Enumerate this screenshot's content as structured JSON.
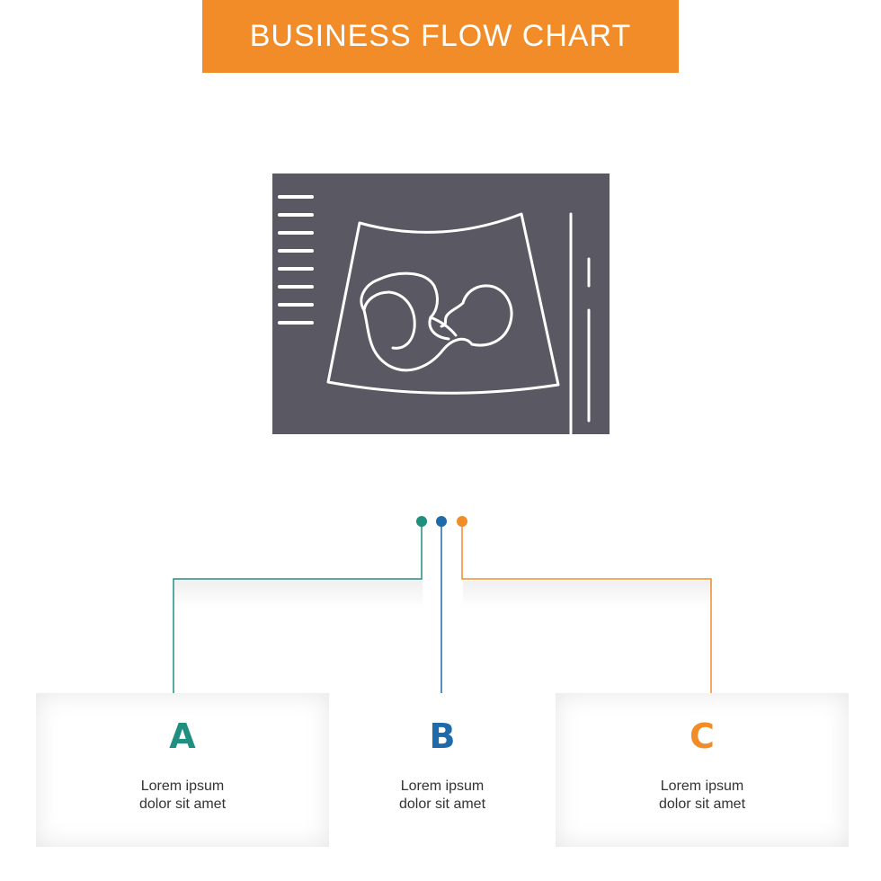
{
  "title": "BUSINESS FLOW CHART",
  "colors": {
    "title_bg": "#f28c28",
    "icon_fill": "#5a5862",
    "a": "#1f8f7f",
    "b": "#1f6aa8",
    "c": "#f28c28"
  },
  "icon": "ultrasound-scan-icon",
  "steps": [
    {
      "letter": "A",
      "line1": "Lorem ipsum",
      "line2": "dolor sit amet"
    },
    {
      "letter": "B",
      "line1": "Lorem ipsum",
      "line2": "dolor sit amet"
    },
    {
      "letter": "C",
      "line1": "Lorem ipsum",
      "line2": "dolor sit amet"
    }
  ]
}
